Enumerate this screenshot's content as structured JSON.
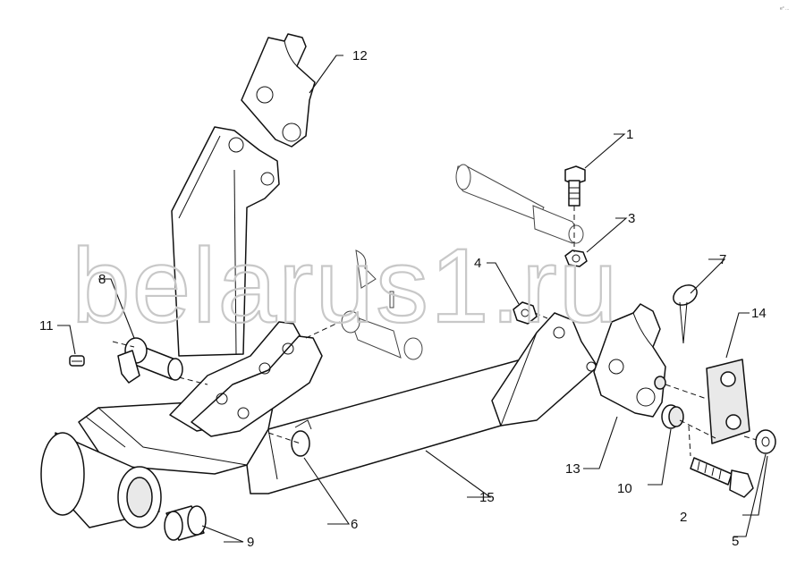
{
  "watermark": "belarus1.ru",
  "corner_mark": "e° ...",
  "callouts": [
    {
      "id": "1",
      "label": "1"
    },
    {
      "id": "2",
      "label": "2"
    },
    {
      "id": "3",
      "label": "3"
    },
    {
      "id": "4",
      "label": "4"
    },
    {
      "id": "5",
      "label": "5"
    },
    {
      "id": "6",
      "label": "6"
    },
    {
      "id": "7",
      "label": "7"
    },
    {
      "id": "8",
      "label": "8"
    },
    {
      "id": "9",
      "label": "9"
    },
    {
      "id": "10",
      "label": "10"
    },
    {
      "id": "11",
      "label": "11"
    },
    {
      "id": "12",
      "label": "12"
    },
    {
      "id": "13",
      "label": "13"
    },
    {
      "id": "14",
      "label": "14"
    },
    {
      "id": "15",
      "label": "15"
    }
  ]
}
